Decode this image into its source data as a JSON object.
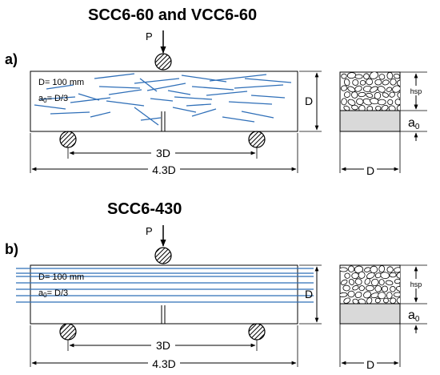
{
  "titles": {
    "top": "SCC6-60 and VCC6-60",
    "bottom": "SCC6-430"
  },
  "panels": {
    "a": {
      "label": "a)",
      "load": "P",
      "depth_note": "D= 100 mm",
      "notch_a0": "a",
      "notch_sub": "0",
      "notch_rest": "= D/3",
      "side_dim": "D",
      "span_inner": "3D",
      "span_outer": "4.3D",
      "cs_hsp": "hsp",
      "cs_a0": "a",
      "cs_a0_sub": "0",
      "cs_width": "D"
    },
    "b": {
      "label": "b)",
      "load": "P",
      "depth_note": "D= 100 mm",
      "notch_a0": "a",
      "notch_sub": "0",
      "notch_rest": "= D/3",
      "side_dim": "D",
      "span_inner": "3D",
      "span_outer": "4.3D",
      "cs_hsp": "hsp",
      "cs_a0": "a",
      "cs_a0_sub": "0",
      "cs_width": "D"
    }
  },
  "colors": {
    "fiber": "#2f6fb8",
    "notch_zone": "#d9d9d9"
  }
}
